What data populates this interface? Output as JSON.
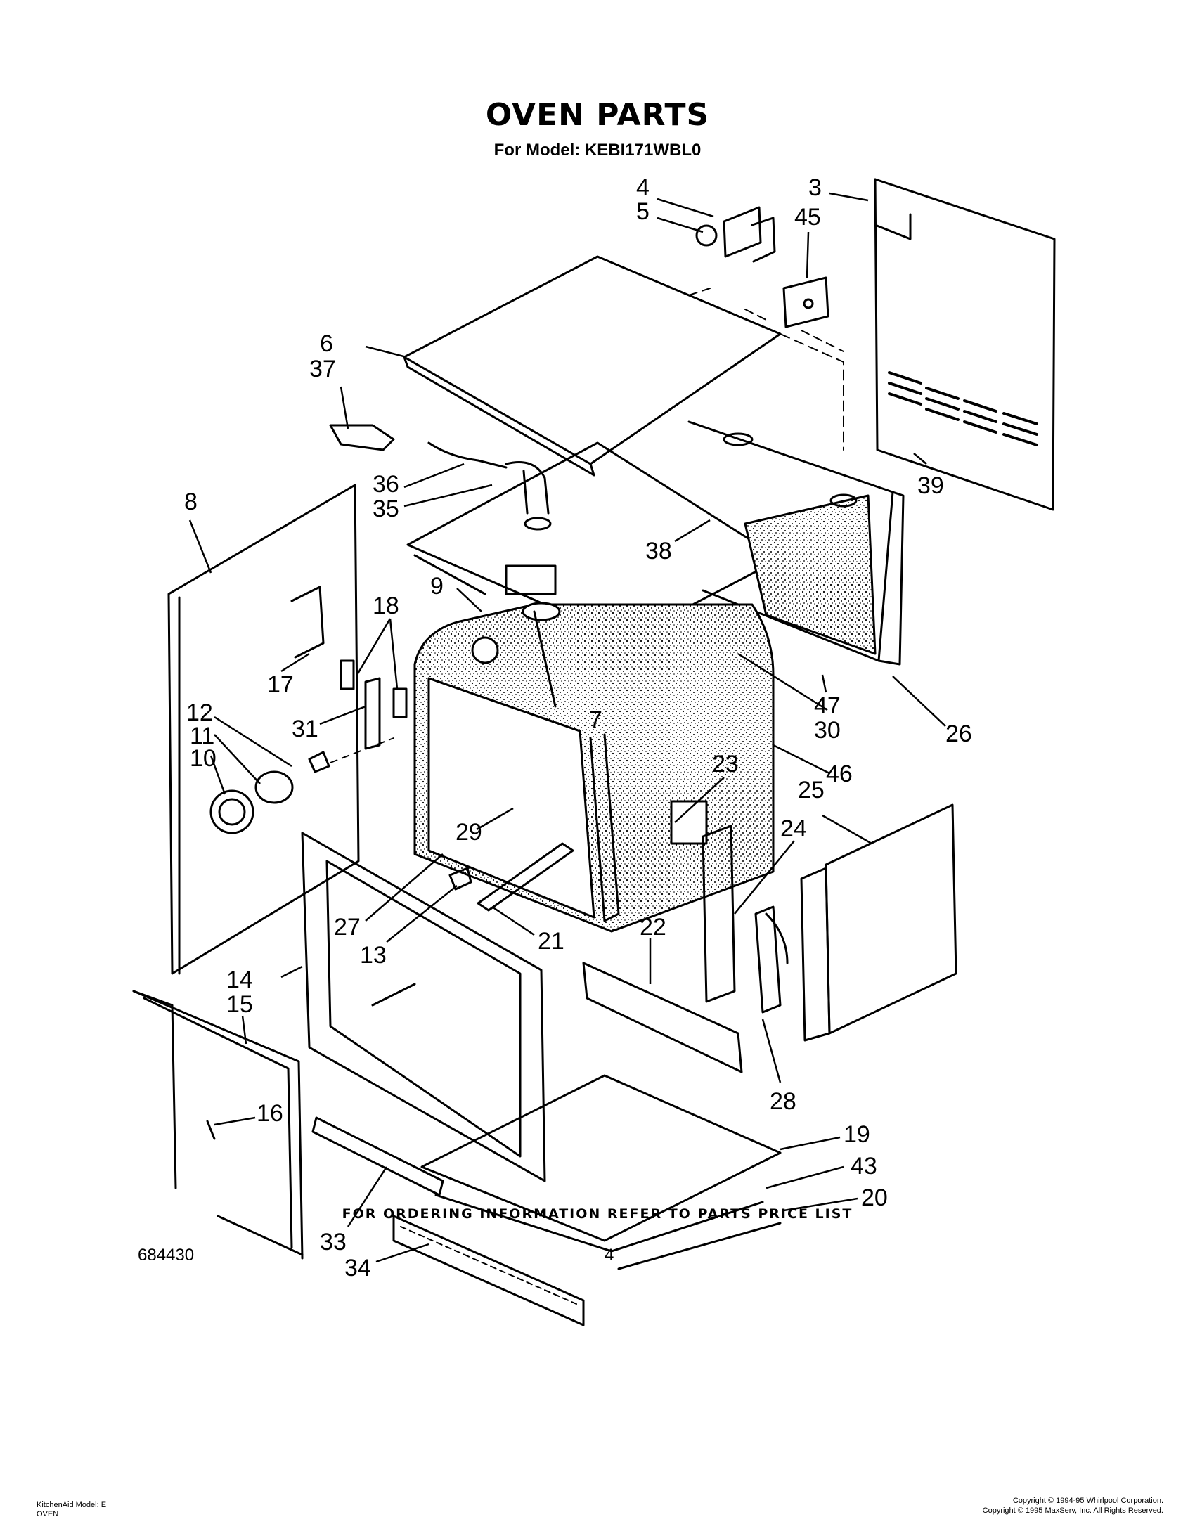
{
  "header": {
    "title": "OVEN PARTS",
    "subtitle": "For Model: KEBI171WBL0"
  },
  "callouts": [
    {
      "label": "3"
    },
    {
      "label": "4"
    },
    {
      "label": "5"
    },
    {
      "label": "45"
    },
    {
      "label": "6"
    },
    {
      "label": "37"
    },
    {
      "label": "36"
    },
    {
      "label": "35"
    },
    {
      "label": "8"
    },
    {
      "label": "38"
    },
    {
      "label": "39"
    },
    {
      "label": "9"
    },
    {
      "label": "18"
    },
    {
      "label": "17"
    },
    {
      "label": "31"
    },
    {
      "label": "7"
    },
    {
      "label": "47"
    },
    {
      "label": "30"
    },
    {
      "label": "26"
    },
    {
      "label": "12"
    },
    {
      "label": "11"
    },
    {
      "label": "10"
    },
    {
      "label": "23"
    },
    {
      "label": "46"
    },
    {
      "label": "25"
    },
    {
      "label": "29"
    },
    {
      "label": "24"
    },
    {
      "label": "27"
    },
    {
      "label": "13"
    },
    {
      "label": "21"
    },
    {
      "label": "22"
    },
    {
      "label": "14"
    },
    {
      "label": "15"
    },
    {
      "label": "28"
    },
    {
      "label": "16"
    },
    {
      "label": "19"
    },
    {
      "label": "43"
    },
    {
      "label": "20"
    },
    {
      "label": "33"
    },
    {
      "label": "34"
    }
  ],
  "footer": {
    "ordering_note": "FOR ORDERING INFORMATION REFER TO PARTS PRICE LIST",
    "document_number": "684430",
    "page_number": "4",
    "bottom_left_line1": "KitchenAid Model: E",
    "bottom_left_line2": "OVEN",
    "copyright_line1": "Copyright © 1994-95 Whirlpool Corporation.",
    "copyright_line2": "Copyright © 1995 MaxServ, Inc.  All Rights Reserved."
  }
}
